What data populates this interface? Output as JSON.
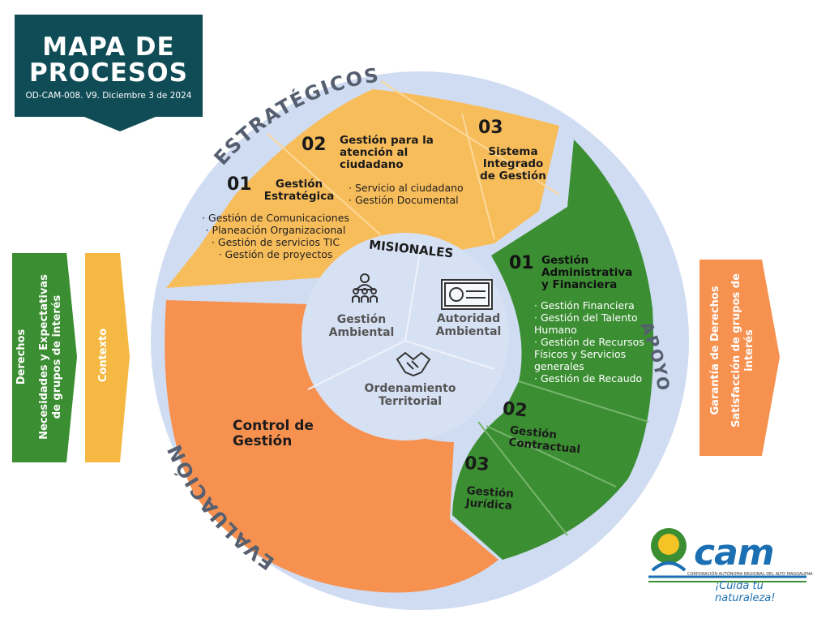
{
  "title": {
    "line1": "MAPA DE",
    "line2": "PROCESOS",
    "code": "OD-CAM-008. V9. Diciembre 3 de 2024"
  },
  "ring_labels": {
    "strategic": "ESTRATÉGICOS",
    "support": "APOYO",
    "evaluation": "EVALUACIÓN"
  },
  "strategic": {
    "p1": {
      "num": "01",
      "title_l1": "Gestión",
      "title_l2": "Estratégica",
      "items": [
        "· Gestión de Comunicaciones",
        "·  Planeación Organizacional",
        "· Gestión de servicios TIC",
        "· Gestión de proyectos"
      ]
    },
    "p2": {
      "num": "02",
      "title_l1": "Gestión para la",
      "title_l2": "atención al",
      "title_l3": "ciudadano",
      "items": [
        "· Servicio al ciudadano",
        "· Gestión Documental"
      ]
    },
    "p3": {
      "num": "03",
      "title_l1": "Sistema",
      "title_l2": "Integrado",
      "title_l3": "de Gestión"
    }
  },
  "missional": {
    "title": "MISIONALES",
    "p1_l1": "Gestión",
    "p1_l2": "Ambiental",
    "p2_l1": "Autoridad",
    "p2_l2": "Ambiental",
    "p3_l1": "Ordenamiento",
    "p3_l2": "Territorial"
  },
  "support": {
    "p1": {
      "num": "01",
      "title_l1": "Gestión",
      "title_l2": "Administrativa",
      "title_l3": "y Financiera",
      "items": [
        "· Gestión Financiera",
        "· Gestión del Talento",
        "Humano",
        "· Gestión de Recursos",
        "Físicos y Servicios",
        "generales",
        "· Gestión de Recaudo"
      ]
    },
    "p2": {
      "num": "02",
      "title_l1": "Gestión",
      "title_l2": "Contractual"
    },
    "p3": {
      "num": "03",
      "title_l1": "Gestión",
      "title_l2": "Jurídica"
    }
  },
  "evaluation": {
    "title_l1": "Control de",
    "title_l2": "Gestión"
  },
  "inputs": {
    "left_l1": "Derechos",
    "left_l2": "Necesidades y Expectativas",
    "left_l3": "de    grupos de interés",
    "context": "Contexto"
  },
  "outputs": {
    "l1": "Garantía de Derechos",
    "l2": "Satisfacción de grupos de",
    "l3": "interés"
  },
  "logo": {
    "text": "cam",
    "subtitle": "CORPORACIÓN AUTÓNOMA REGIONAL DEL ALTO MAGDALENA",
    "slogan": "¡Cuida tu naturaleza!"
  },
  "colors": {
    "navy": "#0f4c55",
    "yellow_orange": "#f8bd5b",
    "green": "#3b8e32",
    "orange": "#f79150",
    "ring": "#cfdcf2",
    "center": "#d7e1f4"
  }
}
